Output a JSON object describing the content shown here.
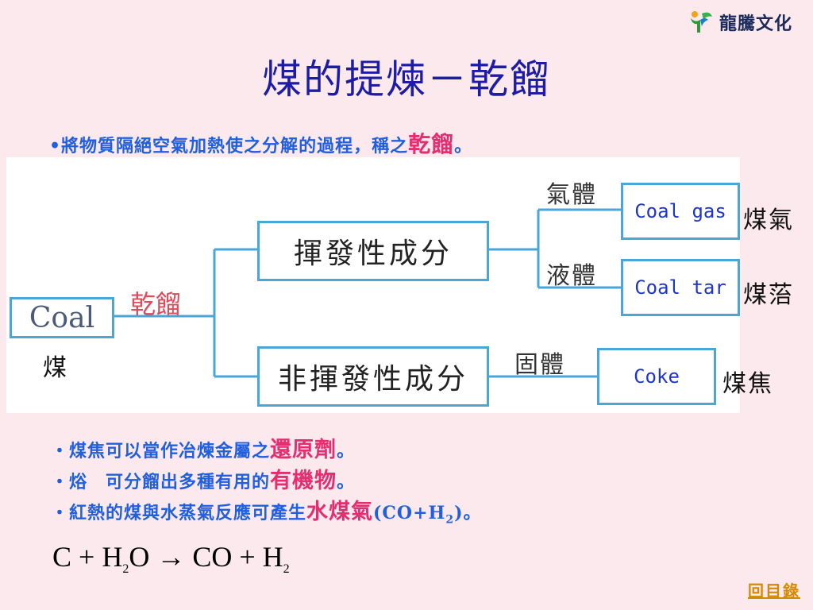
{
  "brand": {
    "name": "龍騰文化"
  },
  "slide": {
    "title": "煤的提煉－乾餾",
    "intro_prefix": "•將物質隔絕空氣加熱使之分解的過程，稱之",
    "intro_highlight": "乾餾",
    "intro_suffix": "。"
  },
  "diagram": {
    "root_en": "Coal",
    "root_zh": "煤",
    "process": "乾餾",
    "volatile": "揮發性成分",
    "nonvolatile": "非揮發性成分",
    "gas_label": "氣體",
    "liquid_label": "液體",
    "solid_label": "固體",
    "gas_product": "Coal gas",
    "gas_product_zh": "煤氣",
    "tar_product": "Coal tar",
    "tar_product_zh": "煤菭",
    "coke_product": "Coke",
    "coke_product_zh": "煤焦"
  },
  "bullets": [
    {
      "prefix": "・煤焦可以當作冶煉金屬之",
      "highlight": "還原劑",
      "suffix": "。"
    },
    {
      "prefix": "・焀　可分餾出多種有用的",
      "highlight": "有機物",
      "suffix": "。"
    },
    {
      "prefix": "・紅熱的煤與水蒸氣反應可產生",
      "highlight": "水煤氣",
      "suffix_a": "(CO+H",
      "suffix_sub": "2",
      "suffix_b": ")。"
    }
  ],
  "equation": {
    "c": "C",
    "plus1": "+",
    "h": "H",
    "sub1": "2",
    "o": "O",
    "arrow": "→",
    "co": "CO",
    "plus2": "+",
    "h2": "H",
    "sub2": "2"
  },
  "nav": {
    "back_label": "回目錄"
  },
  "colors": {
    "accent_blue": "#1f5fe0",
    "highlight_pink": "#e52e6f",
    "title_blue": "#1c1ca8",
    "line_blue": "#4aa6d6"
  },
  "icons": {
    "logo": "leaf-figure-logo-icon"
  }
}
